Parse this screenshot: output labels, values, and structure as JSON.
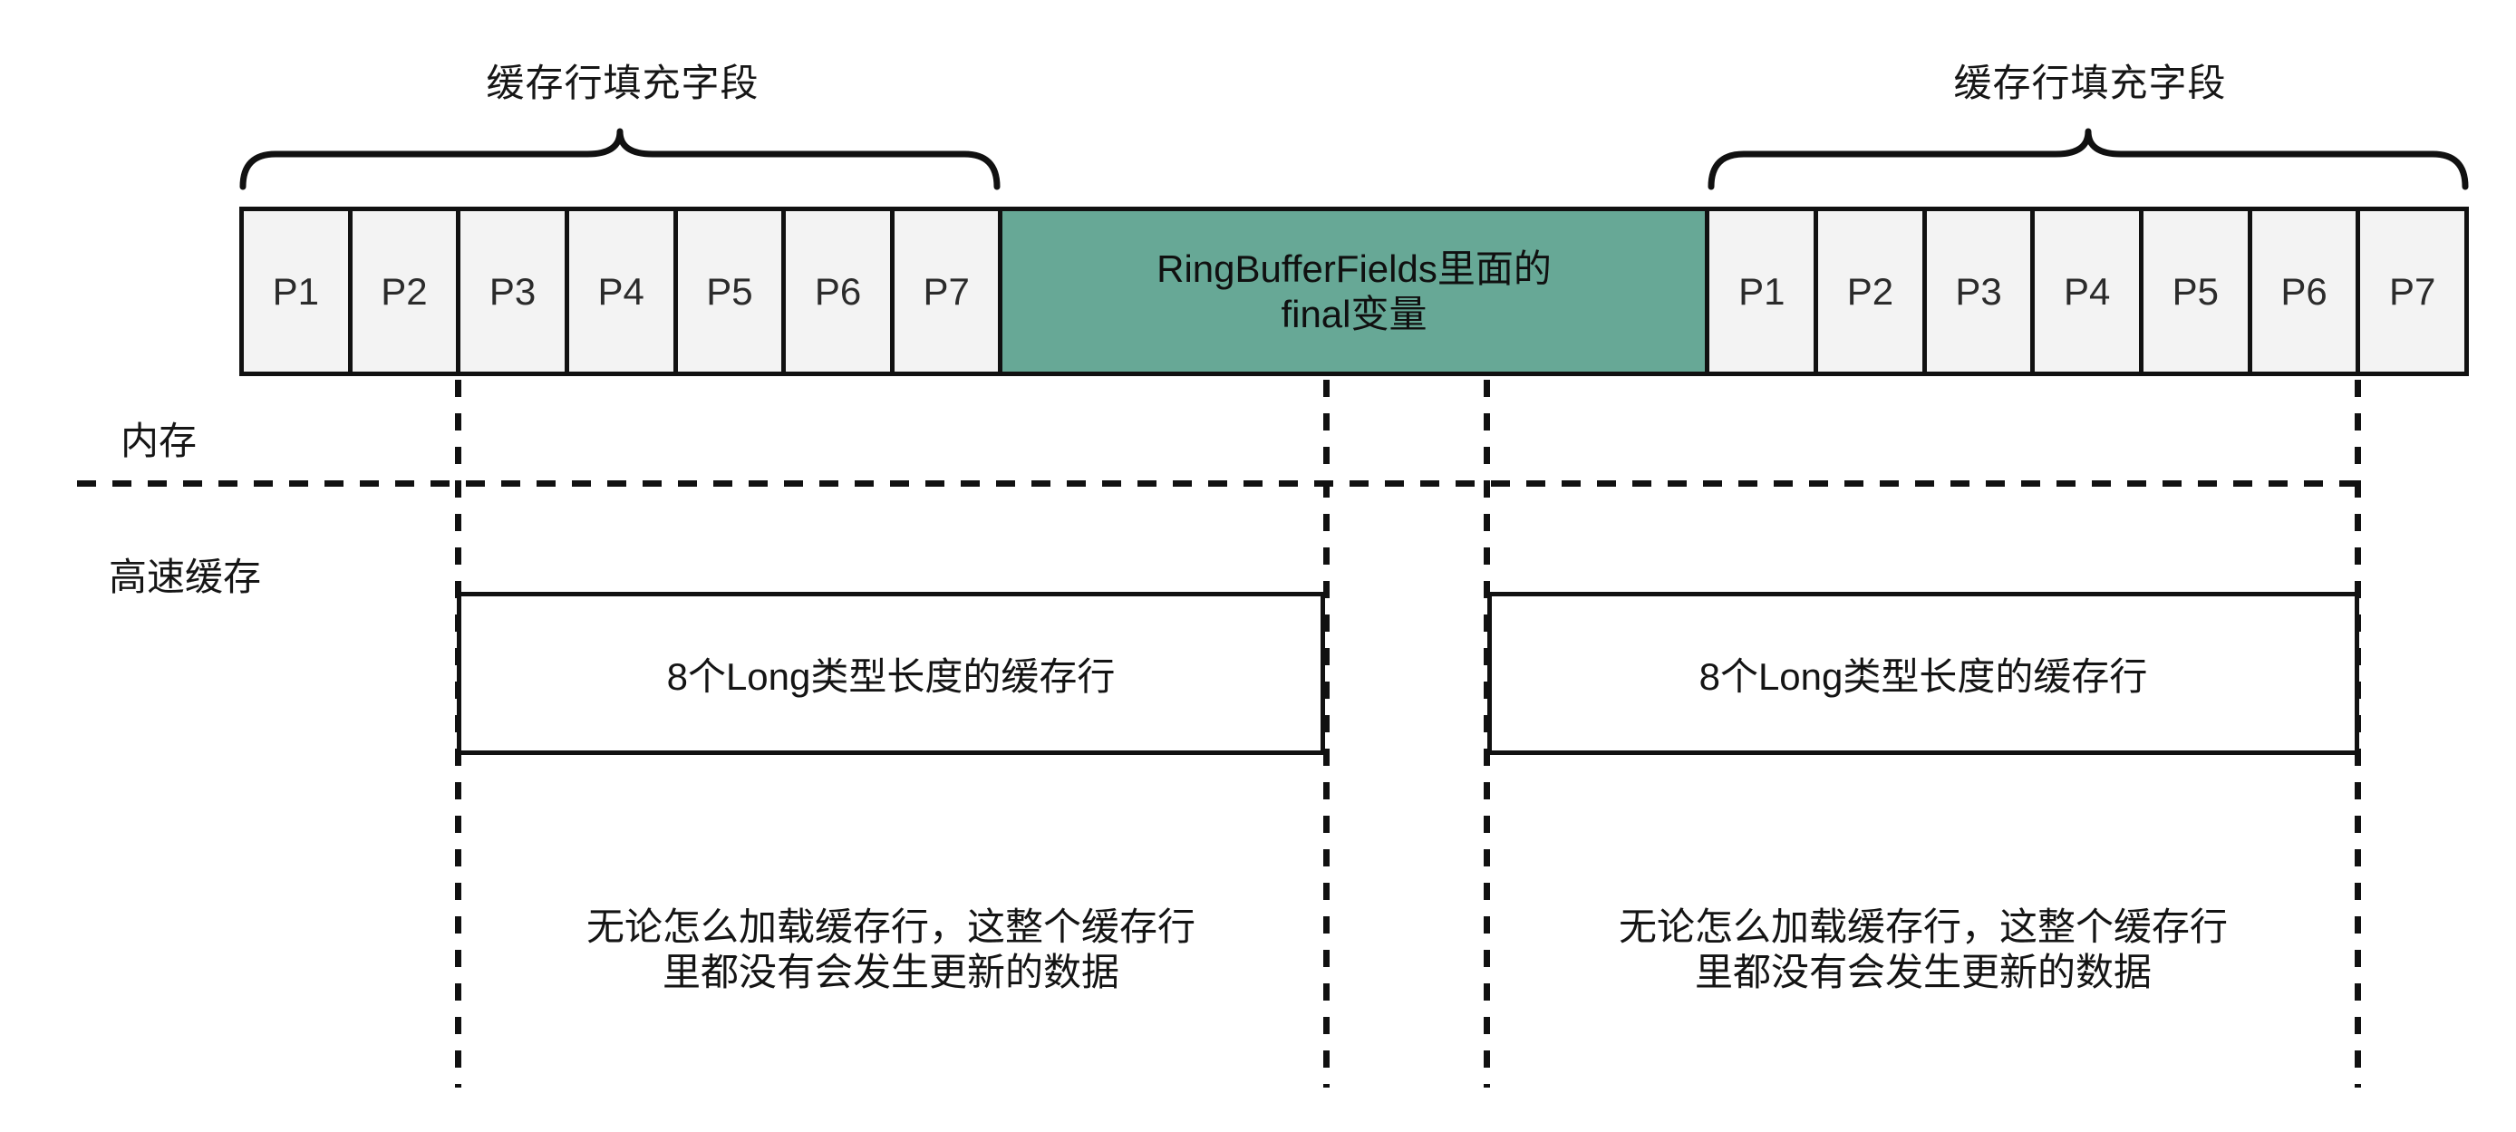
{
  "braces": {
    "left_label": "缓存行填充字段",
    "right_label": "缓存行填充字段"
  },
  "memory_row": {
    "left_cells": [
      "P1",
      "P2",
      "P3",
      "P4",
      "P5",
      "P6",
      "P7"
    ],
    "center_cell_line1": "RingBufferFields里面的",
    "center_cell_line2": "final变量",
    "right_cells": [
      "P1",
      "P2",
      "P3",
      "P4",
      "P5",
      "P6",
      "P7"
    ]
  },
  "labels": {
    "memory": "内存",
    "cache": "高速缓存"
  },
  "cache_lines": {
    "left_box_label": "8个Long类型长度的缓存行",
    "right_box_label": "8个Long类型长度的缓存行"
  },
  "notes": {
    "left_line1": "无论怎么加载缓存行，这整个缓存行",
    "left_line2": "里都没有会发生更新的数据",
    "right_line1": "无论怎么加载缓存行，这整个缓存行",
    "right_line2": "里都没有会发生更新的数据"
  },
  "colors": {
    "highlight_green": "#67a896",
    "padding_cell_bg": "#f3f3f3",
    "line_black": "#111111",
    "background": "#ffffff"
  }
}
